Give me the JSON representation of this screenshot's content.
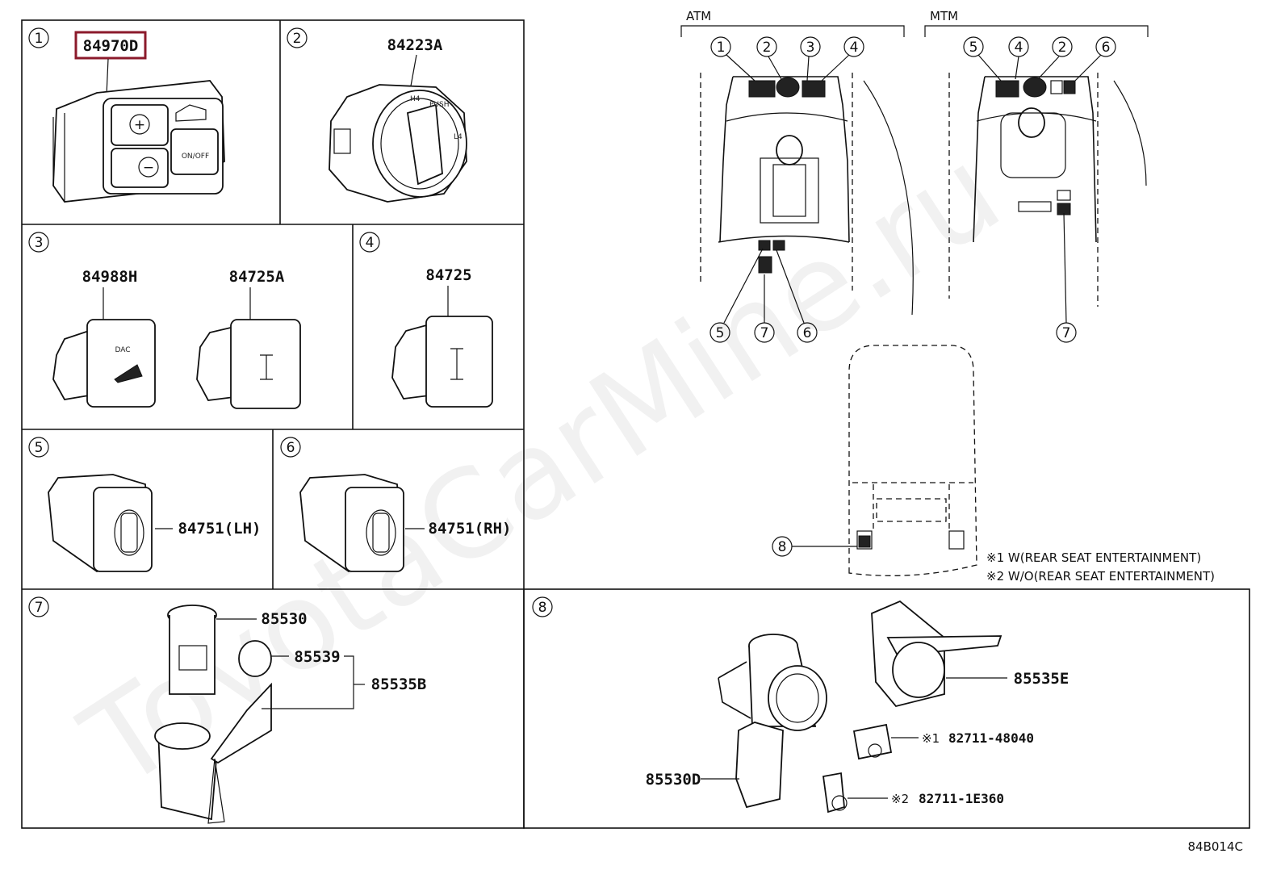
{
  "watermark": "ToyotaCarMine.ru",
  "diagram_code": "84B014C",
  "panels": [
    {
      "id": "1",
      "part_numbers": [
        "84970D"
      ],
      "highlighted": "84970D",
      "switch_labels": {
        "plus": "+",
        "minus": "−",
        "onoff": "ON/OFF"
      }
    },
    {
      "id": "2",
      "part_numbers": [
        "84223A"
      ],
      "switch_labels": {
        "h4": "H4",
        "push": "PUSH",
        "l4": "L4"
      }
    },
    {
      "id": "3",
      "part_numbers": [
        "84988H",
        "84725A"
      ],
      "switch_labels": {
        "dac": "DAC"
      }
    },
    {
      "id": "4",
      "part_numbers": [
        "84725"
      ]
    },
    {
      "id": "5",
      "part_numbers": [
        "84751(LH)"
      ]
    },
    {
      "id": "6",
      "part_numbers": [
        "84751(RH)"
      ]
    },
    {
      "id": "7",
      "part_numbers": [
        "85530",
        "85539",
        "85535B"
      ]
    },
    {
      "id": "8",
      "part_numbers": [
        "85535E",
        "85530D"
      ],
      "notes_parts": [
        {
          "mark": "※1",
          "part": "82711-48040"
        },
        {
          "mark": "※2",
          "part": "82711-1E360"
        }
      ]
    }
  ],
  "overview": {
    "atm_label": "ATM",
    "mtm_label": "MTM",
    "atm_callouts_top": [
      "1",
      "2",
      "3",
      "4"
    ],
    "atm_callouts_bottom": [
      "5",
      "7",
      "6"
    ],
    "mtm_callouts_top": [
      "5",
      "4",
      "2",
      "6"
    ],
    "mtm_callouts_bottom": [
      "7"
    ],
    "rear_callout": "8",
    "notes": [
      "※1 W(REAR SEAT ENTERTAINMENT)",
      "※2 W/O(REAR SEAT ENTERTAINMENT)"
    ]
  },
  "colors": {
    "highlight": "#8b1a2b",
    "line": "#111111"
  }
}
